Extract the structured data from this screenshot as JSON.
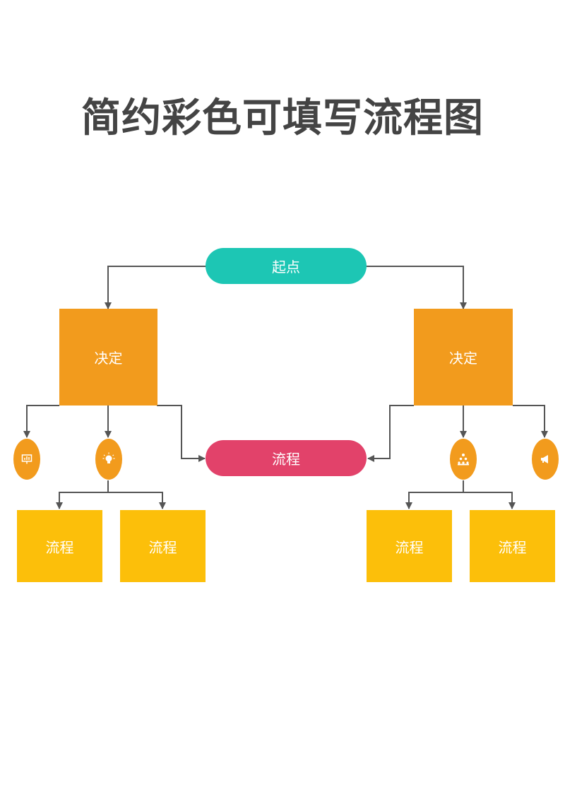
{
  "title": "简约彩色可填写流程图",
  "colors": {
    "start": "#1DC6B4",
    "decision": "#F29B1D",
    "process_mid": "#E2426A",
    "process_box": "#FCBF0A",
    "icon": "#F29B1D",
    "line": "#555555"
  },
  "nodes": {
    "start": "起点",
    "decision_left": "决定",
    "decision_right": "决定",
    "process_center": "流程",
    "process_ll": "流程",
    "process_lr": "流程",
    "process_rl": "流程",
    "process_rr": "流程"
  },
  "icons": [
    "presentation-chart-icon",
    "lightbulb-icon",
    "org-chart-icon",
    "megaphone-icon"
  ]
}
